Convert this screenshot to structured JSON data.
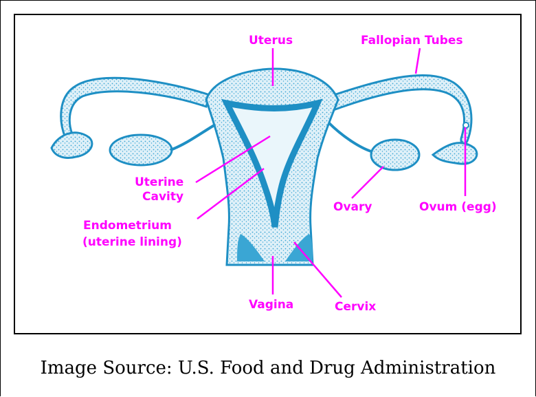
{
  "colors": {
    "label": "#ff00ff",
    "anatomy": "#3aa6d4",
    "anatomy_dark": "#1e8fc4",
    "background": "#ffffff"
  },
  "labels": {
    "uterus": "Uterus",
    "fallopian_tubes": "Fallopian Tubes",
    "uterine_cavity_line1": "Uterine",
    "uterine_cavity_line2": "Cavity",
    "endometrium_line1": "Endometrium",
    "endometrium_line2": "(uterine lining)",
    "ovary": "Ovary",
    "ovum": "Ovum (egg)",
    "vagina": "Vagina",
    "cervix": "Cervix"
  },
  "caption": "Image Source: U.S. Food and Drug Administration"
}
